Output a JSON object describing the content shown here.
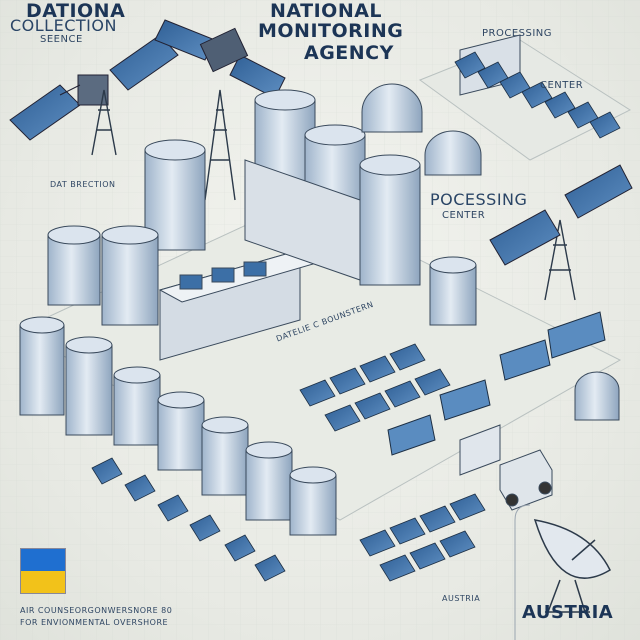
{
  "labels": {
    "top_left_line1": "DATIONA",
    "top_left_line2": "COLLECTION",
    "top_left_line3": "SEENCE",
    "agency_line1": "NATIONAL",
    "agency_line2": "MONITORING",
    "agency_line3": "AGENCY",
    "processing_top_line1": "PROCESSING",
    "processing_top_line2": "CENTER",
    "dat_section": "DAT BRECTION",
    "processing_mid_line1": "POCESSING",
    "processing_mid_line2": "CENTER",
    "satellite_row": "DATELIE C BOUNSTERN",
    "bottom_caption_line1": "AIR COUNSEORGONWERSNORE 80",
    "bottom_caption_line2": "FOR ENVIONMENTAL OVERSHORE",
    "austria_small": "AUSTRIA",
    "austria_big": "AUSTRIA"
  },
  "colors": {
    "flag_top": "#1f6fd0",
    "flag_bottom": "#f2c21a",
    "ink": "#1f3550",
    "panel": "#3c6fa6",
    "tank": "#c9d7e6"
  },
  "icons": [
    "satellite-icon",
    "satellite-dish-icon",
    "radio-tower-icon",
    "solar-panel-icon",
    "storage-tank-icon",
    "truck-icon",
    "flag-icon"
  ]
}
